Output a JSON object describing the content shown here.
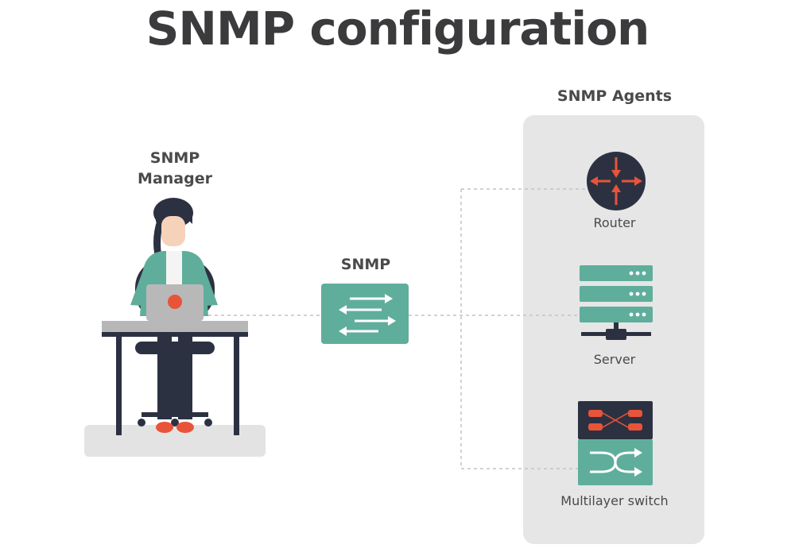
{
  "title": "SNMP configuration",
  "manager": {
    "label_line1": "SNMP",
    "label_line2": "Manager"
  },
  "protocol": {
    "label": "SNMP"
  },
  "agents": {
    "heading": "SNMP Agents",
    "items": [
      {
        "label": "Router",
        "icon": "router-icon"
      },
      {
        "label": "Server",
        "icon": "server-icon"
      },
      {
        "label": "Multilayer switch",
        "icon": "multilayer-switch-icon"
      }
    ]
  },
  "colors": {
    "teal": "#5fae9c",
    "dark_navy": "#2c3142",
    "red_accent": "#e8543a",
    "panel_gray": "#e6e6e6",
    "text_dark": "#3b3b3d"
  }
}
